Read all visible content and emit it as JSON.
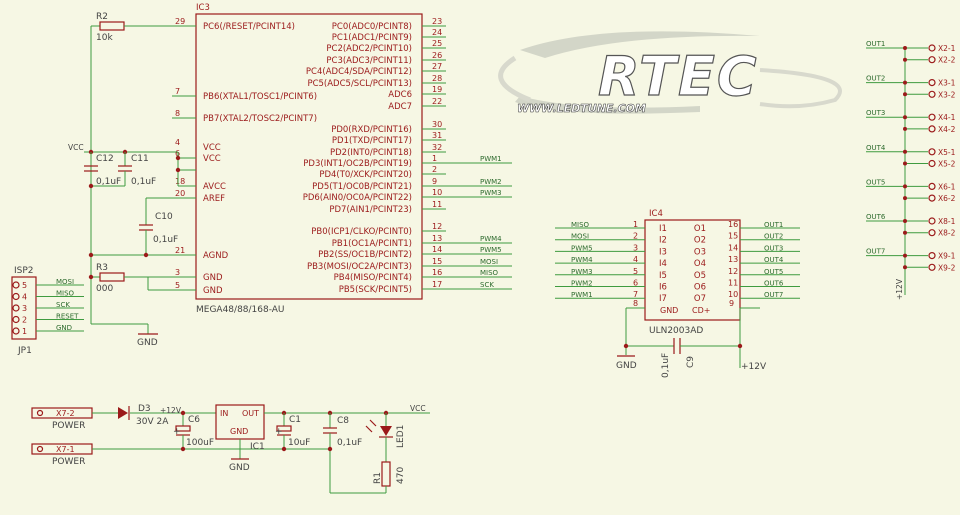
{
  "colors": {
    "background": "#f6f7e4",
    "wire": "#3f9b3f",
    "part": "#9b1a1a",
    "text": "#444444",
    "logo": "#ffffff"
  },
  "logo": {
    "text": "RTEC",
    "url": "WWW.LEDTUNE.COM"
  },
  "ic3": {
    "name": "IC3",
    "part": "MEGA48/88/168-AU",
    "left": [
      {
        "label": "PC6(/RESET/PCINT14)",
        "num": "29"
      },
      {
        "label": "PB6(XTAL1/TOSC1/PCINT6)",
        "num": "7"
      },
      {
        "label": "PB7(XTAL2/TOSC2/PCINT7)",
        "num": "8"
      },
      {
        "label": "VCC",
        "num": "4"
      },
      {
        "label": "VCC",
        "num": "6"
      },
      {
        "label": "AVCC",
        "num": "18"
      },
      {
        "label": "AREF",
        "num": "20"
      },
      {
        "label": "AGND",
        "num": "21"
      },
      {
        "label": "GND",
        "num": "3"
      },
      {
        "label": "GND",
        "num": "5"
      }
    ],
    "right": [
      {
        "label": "PC0(ADC0/PCINT8)",
        "num": "23"
      },
      {
        "label": "PC1(ADC1/PCINT9)",
        "num": "24"
      },
      {
        "label": "PC2(ADC2/PCINT10)",
        "num": "25"
      },
      {
        "label": "PC3(ADC3/PCINT11)",
        "num": "26"
      },
      {
        "label": "PC4(ADC4/SDA/PCINT12)",
        "num": "27"
      },
      {
        "label": "PC5(ADC5/SCL/PCINT13)",
        "num": "28"
      },
      {
        "label": "ADC6",
        "num": "19"
      },
      {
        "label": "ADC7",
        "num": "22"
      },
      {
        "label": "PD0(RXD/PCINT16)",
        "num": "30"
      },
      {
        "label": "PD1(TXD/PCINT17)",
        "num": "31"
      },
      {
        "label": "PD2(INT0/PCINT18)",
        "num": "32"
      },
      {
        "label": "PD3(INT1/OC2B/PCINT19)",
        "num": "1"
      },
      {
        "label": "PD4(T0/XCK/PCINT20)",
        "num": "2"
      },
      {
        "label": "PD5(T1/OC0B/PCINT21)",
        "num": "9"
      },
      {
        "label": "PD6(AIN0/OC0A/PCINT22)",
        "num": "10"
      },
      {
        "label": "PD7(AIN1/PCINT23)",
        "num": "11"
      },
      {
        "label": "PB0(ICP1/CLKO/PCINT0)",
        "num": "12"
      },
      {
        "label": "PB1(OC1A/PCINT1)",
        "num": "13"
      },
      {
        "label": "PB2(SS/OC1B/PCINT2)",
        "num": "14"
      },
      {
        "label": "PB3(MOSI/OC2A/PCINT3)",
        "num": "15"
      },
      {
        "label": "PB4(MISO/PCINT4)",
        "num": "16"
      },
      {
        "label": "PB5(SCK/PCINT5)",
        "num": "17"
      }
    ],
    "right_nets": {
      "PD3": "PWM1",
      "PD5": "PWM2",
      "PD6": "PWM3",
      "PB1": "PWM4",
      "PB2": "PWM5",
      "PB3": "MOSI",
      "PB4": "MISO",
      "PB5": "SCK"
    }
  },
  "ic4": {
    "name": "IC4",
    "part": "ULN2003AD",
    "inputs": [
      {
        "net": "MISO",
        "num": "1",
        "label": "I1"
      },
      {
        "net": "MOSI",
        "num": "2",
        "label": "I2"
      },
      {
        "net": "PWM5",
        "num": "3",
        "label": "I3"
      },
      {
        "net": "PWM4",
        "num": "4",
        "label": "I4"
      },
      {
        "net": "PWM3",
        "num": "5",
        "label": "I5"
      },
      {
        "net": "PWM2",
        "num": "6",
        "label": "I6"
      },
      {
        "net": "PWM1",
        "num": "7",
        "label": "I7"
      }
    ],
    "gnd": {
      "label": "GND",
      "num": "8"
    },
    "outputs": [
      {
        "label": "O1",
        "num": "16",
        "net": "OUT1"
      },
      {
        "label": "O2",
        "num": "15",
        "net": "OUT2"
      },
      {
        "label": "O3",
        "num": "14",
        "net": "OUT3"
      },
      {
        "label": "O4",
        "num": "13",
        "net": "OUT4"
      },
      {
        "label": "O5",
        "num": "12",
        "net": "OUT5"
      },
      {
        "label": "O6",
        "num": "11",
        "net": "OUT6"
      },
      {
        "label": "O7",
        "num": "10",
        "net": "OUT7"
      }
    ],
    "cd": {
      "label": "CD+",
      "num": "9"
    }
  },
  "connectors": [
    {
      "net": "OUT1",
      "pins": [
        "X2-1",
        "X2-2"
      ]
    },
    {
      "net": "OUT2",
      "pins": [
        "X3-1",
        "X3-2"
      ]
    },
    {
      "net": "OUT3",
      "pins": [
        "X4-1",
        "X4-2"
      ]
    },
    {
      "net": "OUT4",
      "pins": [
        "X5-1",
        "X5-2"
      ]
    },
    {
      "net": "OUT5",
      "pins": [
        "X6-1",
        "X6-2"
      ]
    },
    {
      "net": "OUT6",
      "pins": [
        "X8-1",
        "X8-2"
      ]
    },
    {
      "net": "OUT7",
      "pins": [
        "X9-1",
        "X9-2"
      ]
    }
  ],
  "rail_label": "+12V",
  "isp": {
    "name": "ISP2",
    "ref": "JP1",
    "pins": [
      {
        "num": "5",
        "net": "MOSI"
      },
      {
        "num": "4",
        "net": "MISO"
      },
      {
        "num": "3",
        "net": "SCK"
      },
      {
        "num": "2",
        "net": "RESET"
      },
      {
        "num": "1",
        "net": "GND"
      }
    ]
  },
  "parts": {
    "R2": {
      "name": "R2",
      "value": "10k"
    },
    "R3": {
      "name": "R3",
      "value": "000"
    },
    "C12": {
      "name": "C12",
      "value": "0,1uF"
    },
    "C11": {
      "name": "C11",
      "value": "0,1uF"
    },
    "C10": {
      "name": "C10",
      "value": "0,1uF"
    },
    "C9": {
      "name": "C9",
      "value": "0,1uF"
    },
    "D3": {
      "name": "D3",
      "value": "30V 2A"
    },
    "C6": {
      "name": "C6",
      "value": "100uF"
    },
    "IC1": {
      "name": "IC1",
      "in": "IN",
      "out": "OUT",
      "gnd": "GND"
    },
    "C1": {
      "name": "C1",
      "value": "10uF"
    },
    "C8": {
      "name": "C8",
      "value": "0,1uF"
    },
    "R1": {
      "name": "R1",
      "value": "470"
    },
    "LED1": {
      "name": "LED1"
    }
  },
  "power_connectors": [
    {
      "pin": "X7-2",
      "label": "POWER"
    },
    {
      "pin": "X7-1",
      "label": "POWER"
    }
  ],
  "labels": {
    "vcc": "VCC",
    "gnd": "GND",
    "plus12": "+12V",
    "plus12_small": "+12V",
    "plus_sign": "+"
  }
}
